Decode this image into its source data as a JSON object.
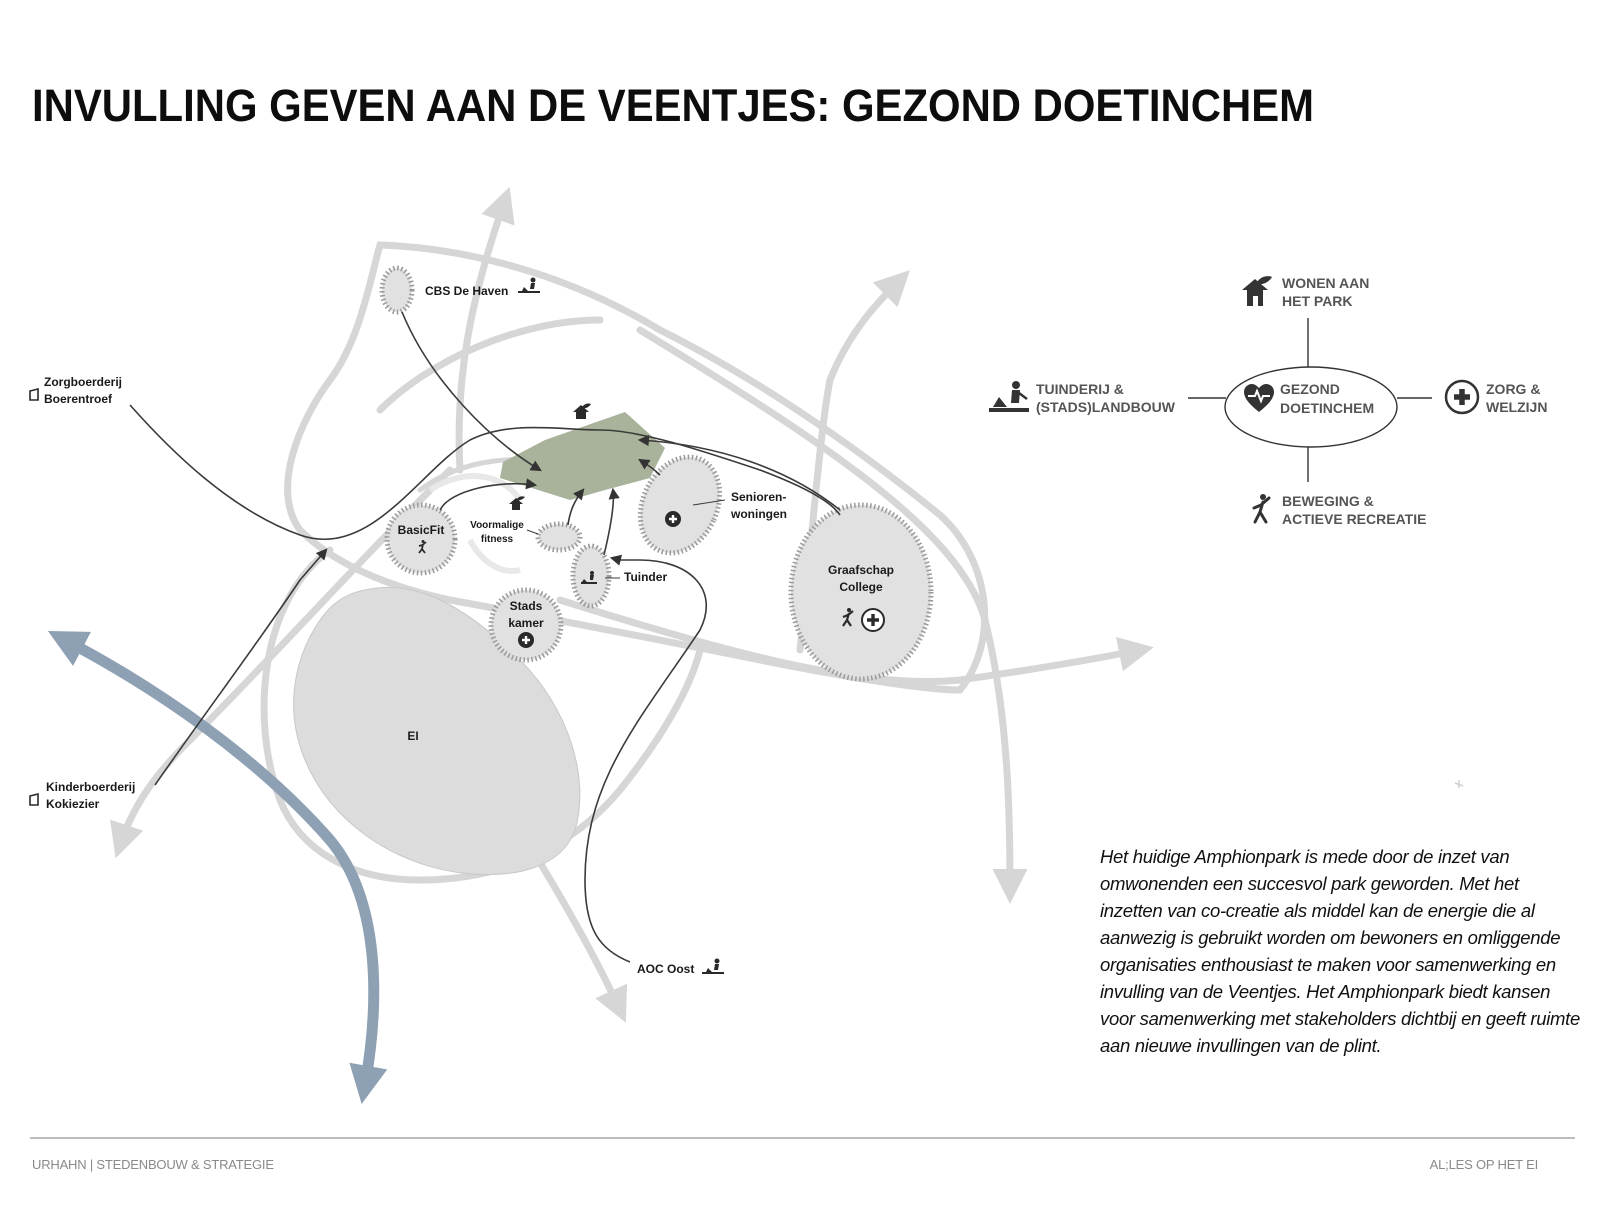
{
  "title": "INVULLING GEVEN AAN DE VEENTJES: GEZOND DOETINCHEM",
  "map": {
    "labels": {
      "cbs": "CBS De Haven",
      "zorg1": "Zorgboerderij",
      "zorg2": "Boerentroef",
      "kinder1": "Kinderboerderij",
      "kinder2": "Kokiezier",
      "basicfit": "BasicFit",
      "voormalige1": "Voormalige",
      "voormalige2": "fitness",
      "senioren1": "Senioren-",
      "senioren2": "woningen",
      "tuinder": "Tuinder",
      "stads1": "Stads",
      "stads2": "kamer",
      "graaf1": "Graafschap",
      "graaf2": "College",
      "ei": "EI",
      "aoc": "AOC Oost"
    }
  },
  "legend": {
    "center1": "GEZOND",
    "center2": "DOETINCHEM",
    "top1": "WONEN AAN",
    "top2": "HET PARK",
    "left1": "TUINDERIJ &",
    "left2": "(STADS)LANDBOUW",
    "right1": "ZORG &",
    "right2": "WELZIJN",
    "bottom1": "BEWEGING &",
    "bottom2": "ACTIEVE RECREATIE"
  },
  "description": "Het huidige Amphionpark is mede door de inzet van omwonenden een succesvol park geworden. Met het inzetten van co-creatie als middel kan de energie die al aanwezig is gebruikt worden om bewoners en omliggende organisaties enthousiast te maken voor samenwerking en invulling van de Veentjes. Het Amphionpark biedt kansen voor samenwerking met stakeholders dichtbij en geeft ruimte aan nieuwe invullingen van de plint.",
  "footer": {
    "left": "URHAHN | STEDENBOUW & STRATEGIE",
    "right": "AL;LES OP HET EI"
  },
  "colors": {
    "park": "#a9b29a",
    "river": "#8ea0b3",
    "roads": "#d6d6d6",
    "ei": "#dcdcdc"
  }
}
